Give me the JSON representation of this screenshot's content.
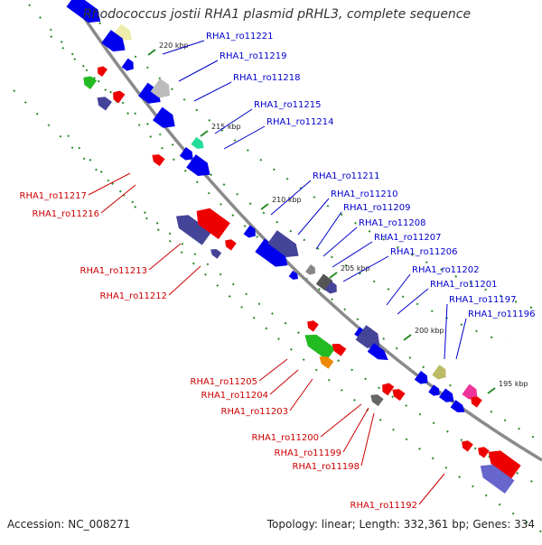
{
  "title": "Rhodococcus jostii RHA1 plasmid pRHL3, complete sequence",
  "footer": {
    "accession": "Accession: NC_008271",
    "summary": "Topology: linear; Length: 332,361 bp; Genes: 334"
  },
  "colors": {
    "forward_label": "#0000cc",
    "reverse_label": "#cc0000",
    "backbone": "#8a8a8a",
    "tick": "#2a8a2a"
  },
  "kbp_ticks": [
    "220 kbp",
    "215 kbp",
    "210 kbp",
    "205 kbp",
    "200 kbp",
    "195 kbp"
  ],
  "forward_labels": [
    "RHA1_ro11221",
    "RHA1_ro11219",
    "RHA1_ro11218",
    "RHA1_ro11215",
    "RHA1_ro11214",
    "RHA1_ro11211",
    "RHA1_ro11210",
    "RHA1_ro11209",
    "RHA1_ro11208",
    "RHA1_ro11207",
    "RHA1_ro11206",
    "RHA1_ro11202",
    "RHA1_ro11201",
    "RHA1_ro11197",
    "RHA1_ro11196"
  ],
  "reverse_labels": [
    "RHA1_ro11217",
    "RHA1_ro11216",
    "RHA1_ro11213",
    "RHA1_ro11212",
    "RHA1_ro11205",
    "RHA1_ro11204",
    "RHA1_ro11203",
    "RHA1_ro11200",
    "RHA1_ro11199",
    "RHA1_ro11198",
    "RHA1_ro11192"
  ]
}
